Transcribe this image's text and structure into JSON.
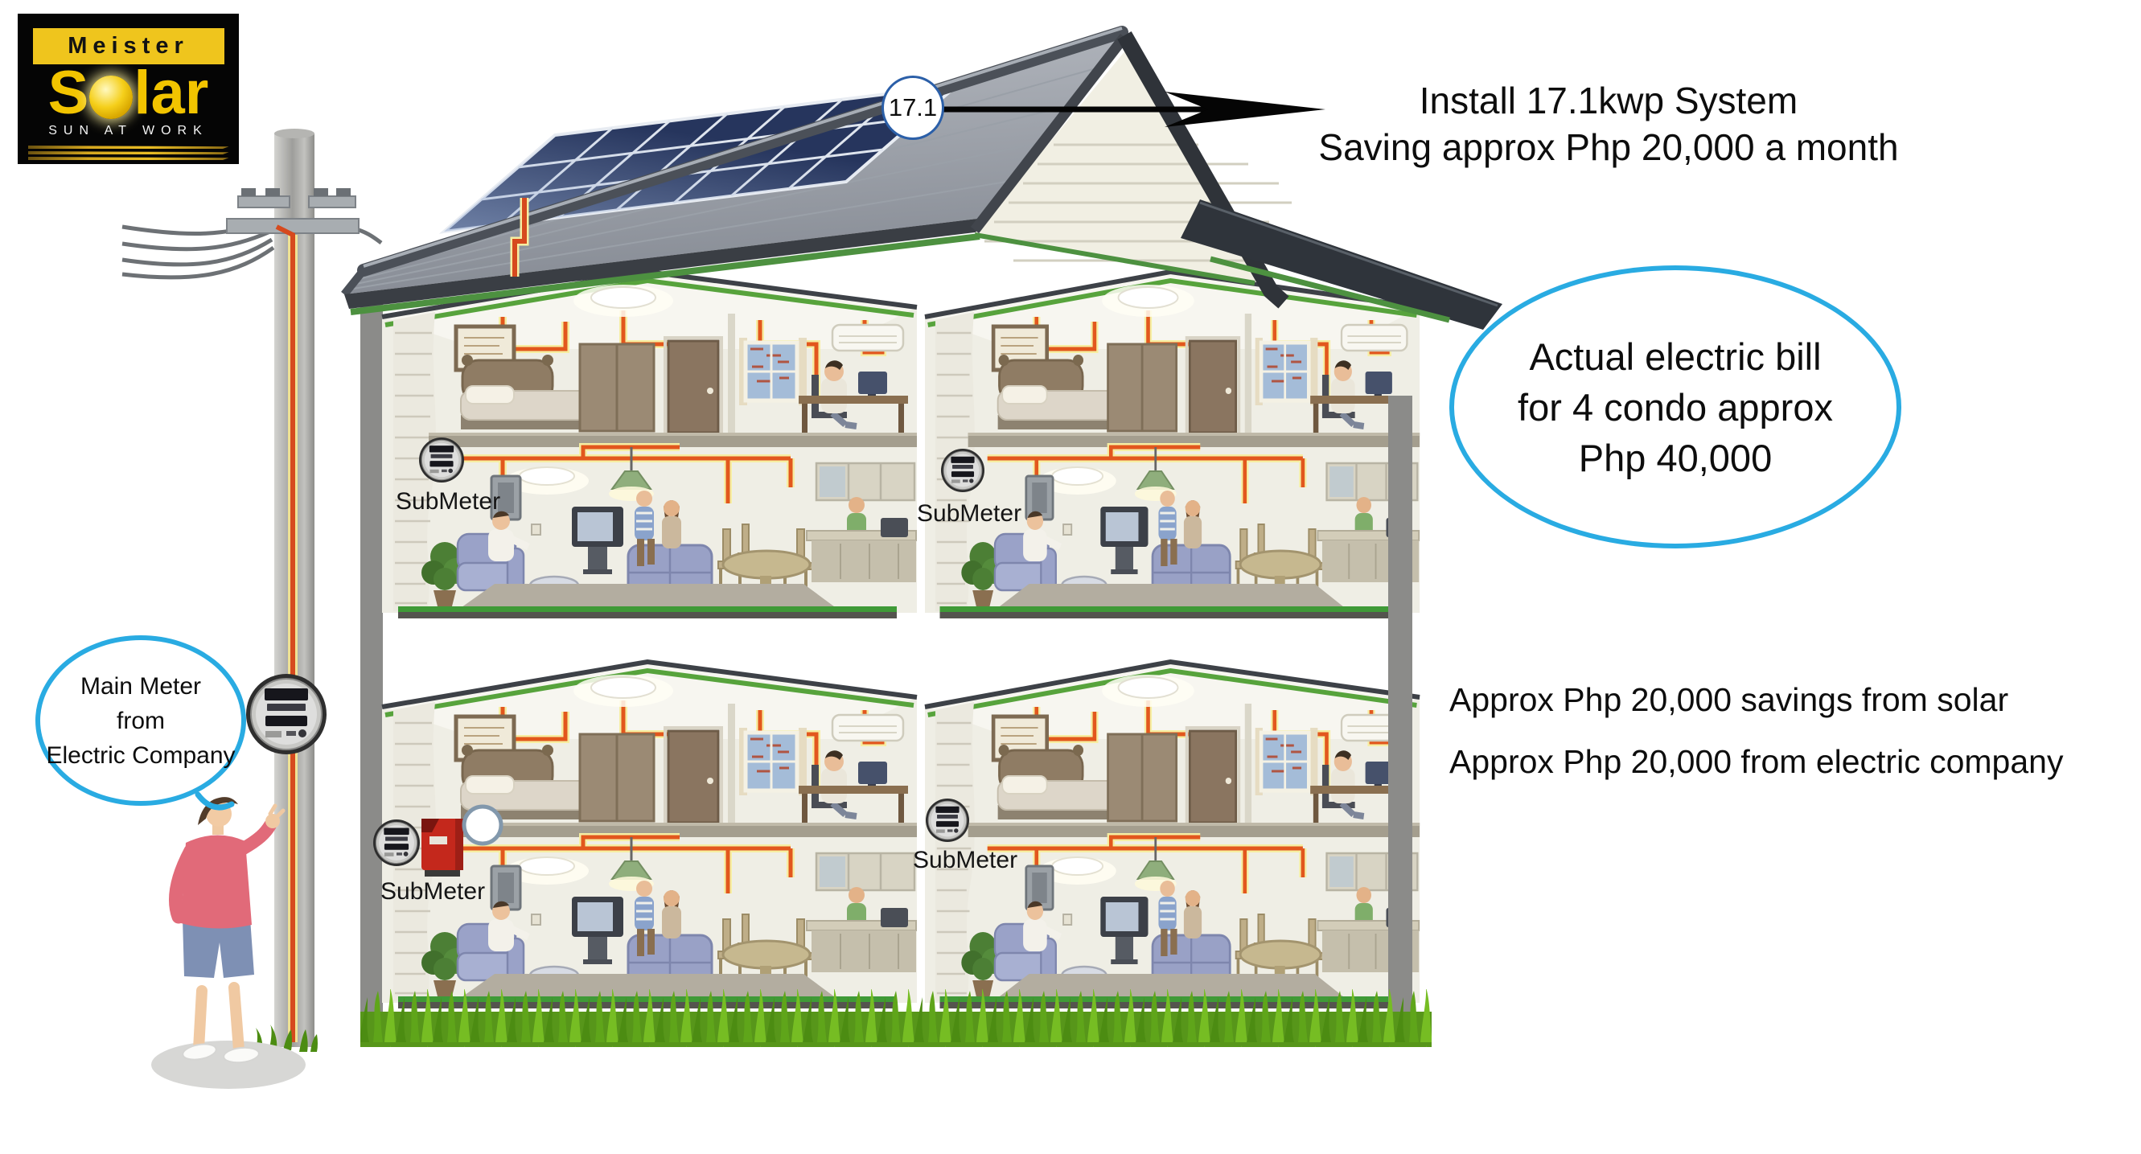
{
  "logo": {
    "top_text": "Meister",
    "brand_first": "S",
    "brand_rest": "lar",
    "tagline": "SUN AT WORK"
  },
  "badge": {
    "panel_kwp": "17.1"
  },
  "callouts": {
    "install": {
      "line1": "Install 17.1kwp System",
      "line2": "Saving approx Php 20,000 a month"
    },
    "bill_oval": {
      "line1": "Actual electric bill",
      "line2": "for 4 condo approx",
      "line3": "Php 40,000"
    },
    "savings": {
      "line1": "Approx Php 20,000 savings from solar",
      "line2": "Approx Php 20,000 from electric company"
    },
    "main_meter": {
      "line1": "Main Meter",
      "line2": "from",
      "line3": "Electric Company"
    }
  },
  "house": {
    "units": [
      {
        "meter_label": "SubMeter"
      },
      {
        "meter_label": "SubMeter"
      },
      {
        "meter_label": "SubMeter"
      },
      {
        "meter_label": "SubMeter"
      }
    ]
  },
  "colors": {
    "accent_blue": "#29ABE2",
    "badge_ring_blue": "#2B5FA8",
    "wire_orange": "#E2571D",
    "wire_halo_yellow": "#F6EEA2",
    "logo_yellow": "#F2C400",
    "grass_green": "#57961A",
    "trim_green": "#4D9140",
    "panel_navy": "#26355D",
    "inverter_red": "#C4281C"
  }
}
